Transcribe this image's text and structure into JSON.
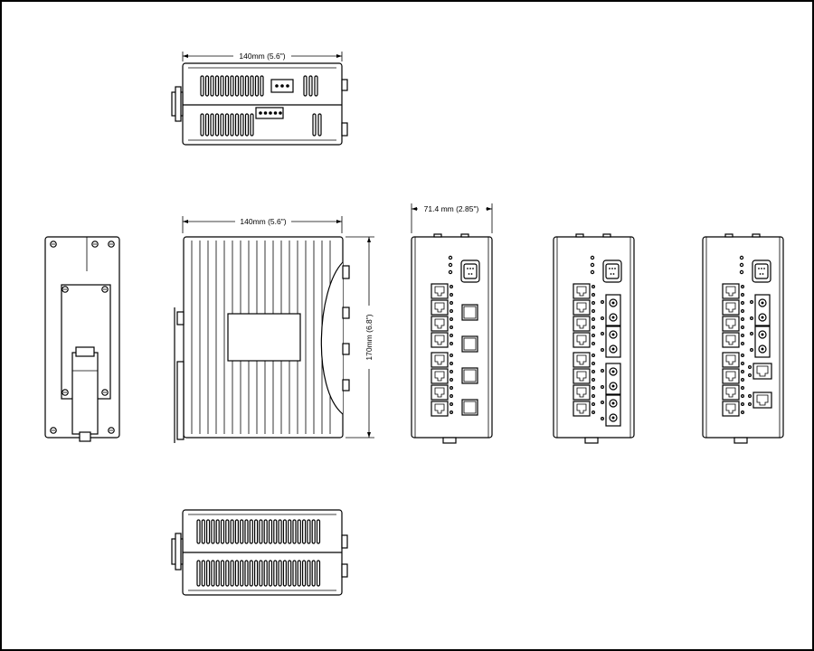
{
  "dimensions": {
    "top_width": "140mm (5.6\")",
    "side_width": "140mm (5.6\")",
    "front_width": "71.4 mm (2.85\")",
    "height": "170mm (6.8\")"
  },
  "colors": {
    "line": "#000000",
    "background": "#ffffff"
  }
}
